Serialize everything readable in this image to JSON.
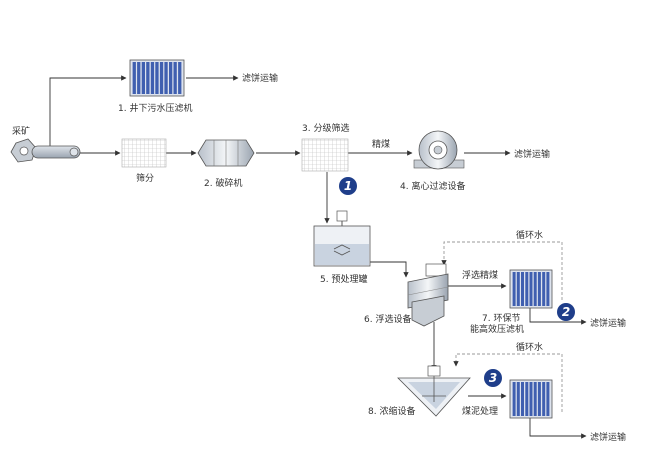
{
  "labels": {
    "mining": "采矿",
    "filter1": "1. 井下污水压滤机",
    "cake_top": "滤饼运输",
    "screen": "筛分",
    "crusher": "2. 破碎机",
    "grading": "3. 分级筛选",
    "clean_coal": "精煤",
    "cake_mid": "滤饼运输",
    "centrifuge": "4. 离心过滤设备",
    "pretank": "5. 预处理罐",
    "recycle_water_1": "循环水",
    "flotation_coal": "浮选精煤",
    "flotation": "6. 浮选设备",
    "filter7_line1": "7. 环保节",
    "filter7_line2": "能高效压滤机",
    "cake_right": "滤饼运输",
    "recycle_water_2": "循环水",
    "thickener": "8. 浓缩设备",
    "sludge": "煤泥处理",
    "cake_bottom": "滤饼运输"
  },
  "badges": [
    "1",
    "2",
    "3"
  ],
  "colors": {
    "badge": "#1f3e8a",
    "filter_plate": "#3f5fb0",
    "line": "#333333",
    "dashed": "#999999",
    "equipment_fill": "#eef1f5",
    "equipment_stroke": "#555555"
  }
}
